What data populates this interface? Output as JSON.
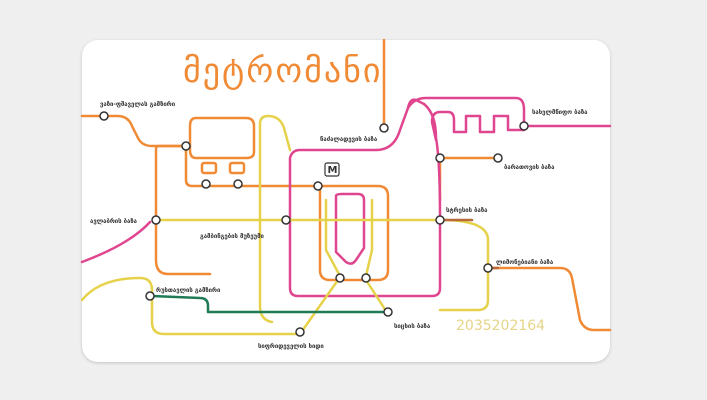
{
  "card": {
    "title": "მეტრომანი",
    "serial": "2035202164",
    "colors": {
      "orange": "#f08a35",
      "magenta": "#e0468f",
      "yellow": "#e6d24a",
      "lime": "#cfe04a",
      "green": "#1f7a55",
      "brown": "#b86a3a"
    },
    "stations": {
      "s1": "ვაზი-ფშაველას გამზირი",
      "s2": "ნაძალადევის ბაზა",
      "s3": "სახელმწიფო ბაზა",
      "s4": "ბარათოვის ბაზა",
      "s5": "ავლაბრის ბაზა",
      "s6": "გამბინგების მუზეუმი",
      "s7": "სტრესის ბაზა",
      "s8": "ლიმონებიანი ბაზა",
      "s9": "რუსთავლის გამზირი",
      "s10": "სიცხის ბაზა",
      "s11": "სიფრიდეველის ხიდი"
    }
  }
}
